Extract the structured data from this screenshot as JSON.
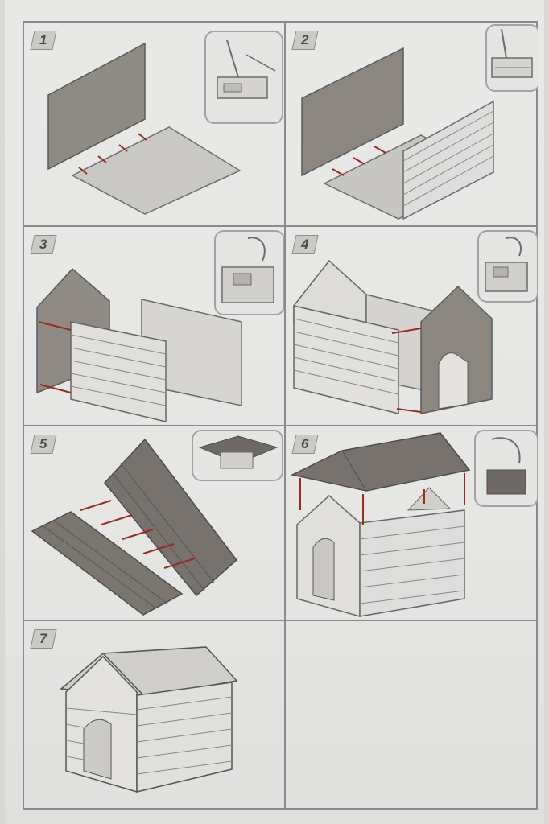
{
  "steps": [
    {
      "number": "1"
    },
    {
      "number": "2"
    },
    {
      "number": "3"
    },
    {
      "number": "4"
    },
    {
      "number": "5"
    },
    {
      "number": "6"
    },
    {
      "number": "7"
    }
  ],
  "colors": {
    "paper": "#e6e6e4",
    "frame": "#8a8a8a",
    "panel_gray": "#8f8a85",
    "roof_gray": "#77726d",
    "arrow_red": "#9a2a22"
  }
}
